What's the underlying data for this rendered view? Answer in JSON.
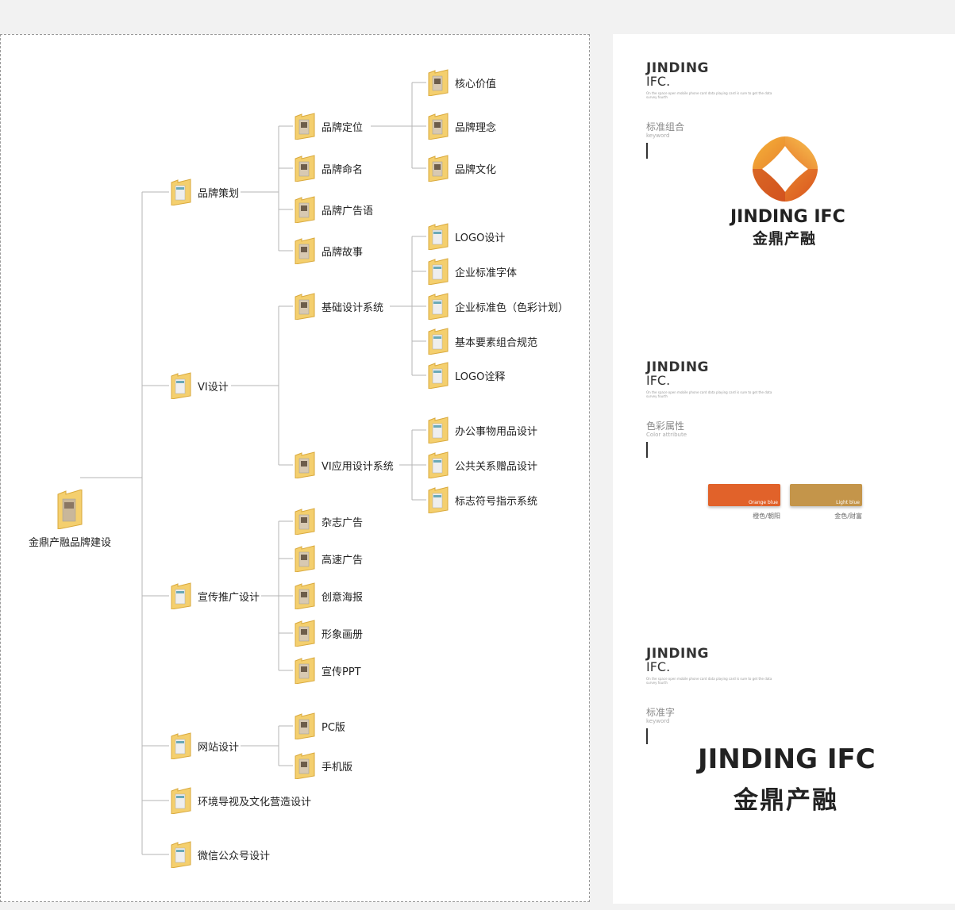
{
  "tree": {
    "root": "金鼎产融品牌建设",
    "level1": [
      "品牌策划",
      "VI设计",
      "宣传推广设计",
      "网站设计",
      "环境导视及文化营造设计",
      "微信公众号设计"
    ],
    "brand_planning": [
      "品牌定位",
      "品牌命名",
      "品牌广告语",
      "品牌故事"
    ],
    "brand_positioning": [
      "核心价值",
      "品牌理念",
      "品牌文化"
    ],
    "vi": [
      "基础设计系统",
      "VI应用设计系统"
    ],
    "vi_basic": [
      "LOGO设计",
      "企业标准字体",
      "企业标准色（色彩计划）",
      "基本要素组合规范",
      "LOGO诠释"
    ],
    "vi_app": [
      "办公事物用品设计",
      "公共关系赠品设计",
      "标志符号指示系统"
    ],
    "promo": [
      "杂志广告",
      "高速广告",
      "创意海报",
      "形象画册",
      "宣传PPT"
    ],
    "web": [
      "PC版",
      "手机版"
    ]
  },
  "brand": {
    "logo_line1": "JINDING",
    "logo_line2": "IFC.",
    "tagline": "On the space open mobile phone card data playing card is sure to get the data survey fourth",
    "section1": {
      "title": "标准组合",
      "subtitle": "keyword",
      "wordmark": "JINDING IFC",
      "cn": "金鼎产融"
    },
    "section2": {
      "title": "色彩属性",
      "subtitle": "Color attribute"
    },
    "section3": {
      "title": "标准字",
      "subtitle": "keyword",
      "wordmark": "JINDING IFC",
      "cn": "金鼎产融"
    },
    "swatches": [
      {
        "label": "Orange blue",
        "name": "橙色/朝阳",
        "color": "#e1622a"
      },
      {
        "label": "Light blue",
        "name": "金色/财富",
        "color": "#c4954a"
      }
    ]
  },
  "colors": {
    "line": "#b5b5b5",
    "folder": "#f4cf6e",
    "orange": "#e1622a",
    "gold": "#c4954a"
  }
}
